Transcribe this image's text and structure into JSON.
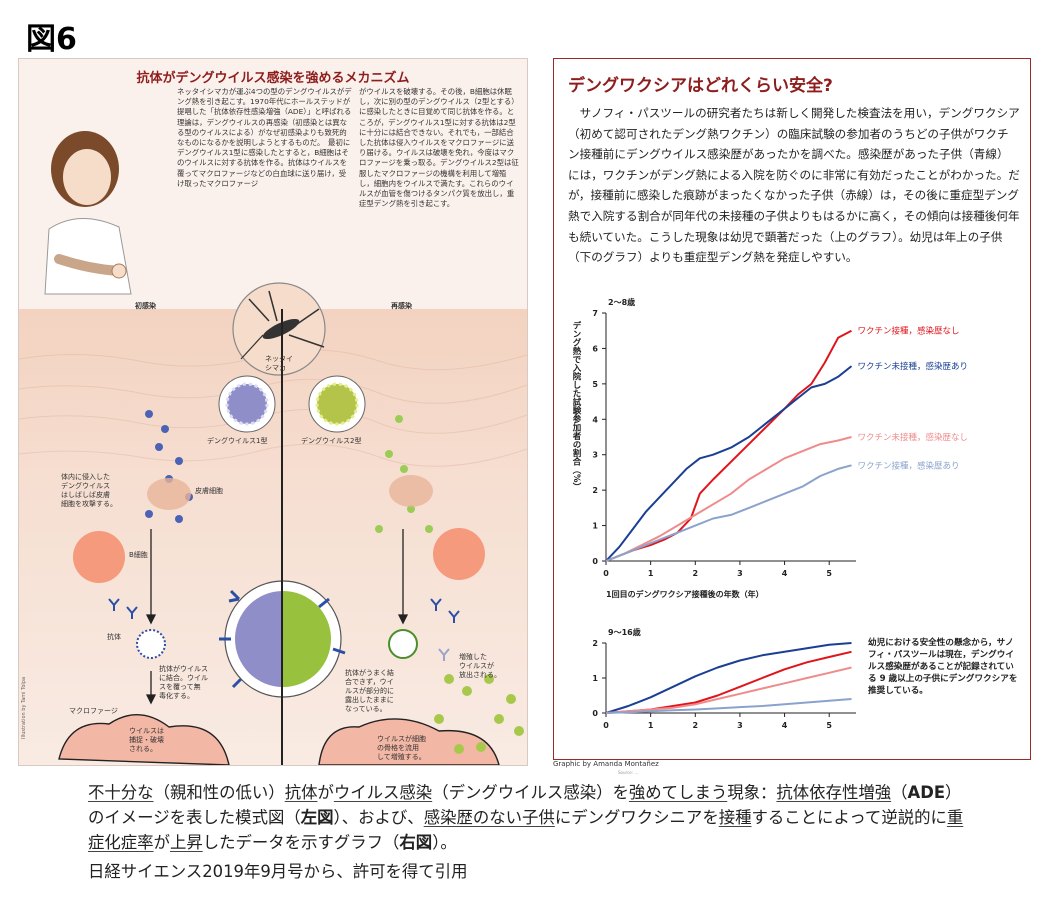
{
  "figure_label": "図6",
  "left": {
    "title": "抗体がデングウイルス感染を強めるメカニズム",
    "text_col1": "ネッタイシマカが運ぶ4つの型のデングウイルスがデング熱を引き起こす。1970年代にホールステッドが提唱した「抗体依存性感染増強（ADE）」と呼ばれる理論は，デングウイルスの再感染（初感染とは異なる型のウイルスによる）がなぜ初感染よりも致死的なものになるかを説明しようとするものだ。　最初にデングウイルス1型に感染したとすると，B細胞はそのウイルスに対する抗体を作る。抗体はウイルスを覆ってマクロファージなどの白血球に送り届け，受け取ったマクロファージ",
    "text_col2": "がウイルスを破壊する。その後，B細胞は休眠し，次に別の型のデングウイルス（2型とする）に感染したときに目覚めて同じ抗体を作る。ところが，デングウイルス1型に対する抗体は2型に十分には結合できない。それでも，一部結合した抗体は侵入ウイルスをマクロファージに送り届ける。ウイルスは破壊を免れ，今度はマクロファージを乗っ取る。デングウイルス2型は征服したマクロファージの機構を利用して増殖し，細胞内をウイルスで満たす。これらのウイルスが血管を傷つけるタンパク質を放出し，重症型デング熱を引き起こす。",
    "labels": {
      "primary": "初感染",
      "secondary": "再感染",
      "mosquito": "ネッタイ\nシマカ",
      "virus1": "デングウイルス1型",
      "virus2": "デングウイルス2型",
      "infected": "体内に侵入した\nデングウイルス\nはしばしば皮膚\n細胞を攻撃する。",
      "skin_cell": "皮膚細胞",
      "b_cell": "B細胞",
      "antibody": "抗体",
      "ab_bind": "抗体がウイルス\nに結合。ウイル\nスを覆って無\n毒化する。",
      "macrophage": "マクロファージ",
      "captured": "ウイルスは\n捕捉・破壊\nされる。",
      "partial": "抗体がうまく結\n合できず，ウイ\nルスが部分的に\n露出したままに\nなっている。",
      "released": "増殖した\nウイルスが\n放出される。",
      "multiply": "ウイルスが細胞\nの骨格を流用\nして増殖する。",
      "credit": "Illustration by Tami Tolpa"
    }
  },
  "right": {
    "title": "デングワクシアはどれくらい安全?",
    "body": "サノフィ・パスツールの研究者たちは新しく開発した検査法を用い，デングワクシア（初めて認可されたデング熱ワクチン）の臨床試験の参加者のうちどの子供がワクチン接種前にデングウイルス感染歴があったかを調べた。感染歴があった子供（青線）には，ワクチンがデング熱による入院を防ぐのに非常に有効だったことがわかった。だが，接種前に感染した痕跡がまったくなかった子供（赤線）は，その後に重症型デング熱で入院する割合が同年代の未接種の子供よりもはるかに高く，その傾向は接種後何年も続いていた。こうした現象は幼児で顕著だった（上のグラフ）。幼児は年上の子供（下のグラフ）よりも重症型デング熱を発症しやすい。",
    "note": "幼児における安全性の懸念から，サノフィ・パスツールは現在，デングウイルス感染歴があることが記録されている 9 歳以上の子供にデングワクシアを推奨している。",
    "graph_credit": "Graphic by Amanda Montañez",
    "graph_credit_small": "Source: ...",
    "colors": {
      "dark_red": "#e0141b",
      "dark_blue": "#1a3f94",
      "light_red": "#f08b8b",
      "light_blue": "#8aa3cc"
    }
  },
  "chart_data": [
    {
      "type": "line",
      "title": "2〜8歳",
      "xlabel": "1回目のデングワクシア接種後の年数（年）",
      "ylabel": "デング熱で入院した試験参加者の割合（%）",
      "xlim": [
        0,
        5.6
      ],
      "ylim": [
        0,
        7
      ],
      "xticks": [
        0,
        1,
        2,
        3,
        4,
        5
      ],
      "yticks": [
        0,
        1,
        2,
        3,
        4,
        5,
        6,
        7
      ],
      "series": [
        {
          "name": "ワクチン接種，感染歴なし",
          "color": "#e0141b",
          "x": [
            0,
            0.3,
            0.6,
            1.0,
            1.3,
            1.6,
            1.9,
            2.1,
            2.4,
            2.8,
            3.2,
            3.6,
            4.0,
            4.3,
            4.6,
            4.9,
            5.2,
            5.5
          ],
          "y": [
            0,
            0.15,
            0.3,
            0.45,
            0.6,
            0.8,
            1.2,
            1.9,
            2.3,
            2.8,
            3.3,
            3.8,
            4.3,
            4.7,
            5.0,
            5.6,
            6.3,
            6.5
          ]
        },
        {
          "name": "ワクチン未接種，感染歴あり",
          "color": "#1a3f94",
          "x": [
            0,
            0.3,
            0.6,
            0.9,
            1.2,
            1.5,
            1.8,
            2.1,
            2.4,
            2.8,
            3.2,
            3.6,
            4.0,
            4.3,
            4.6,
            4.9,
            5.2,
            5.5
          ],
          "y": [
            0,
            0.4,
            0.9,
            1.4,
            1.8,
            2.2,
            2.6,
            2.9,
            3.0,
            3.2,
            3.5,
            3.9,
            4.3,
            4.6,
            4.9,
            5.0,
            5.2,
            5.5
          ]
        },
        {
          "name": "ワクチン未接種，感染歴なし",
          "color": "#f08b8b",
          "x": [
            0,
            0.4,
            0.8,
            1.2,
            1.6,
            2.0,
            2.4,
            2.8,
            3.2,
            3.6,
            4.0,
            4.4,
            4.8,
            5.2,
            5.5
          ],
          "y": [
            0,
            0.2,
            0.45,
            0.7,
            1.0,
            1.3,
            1.6,
            1.9,
            2.3,
            2.6,
            2.9,
            3.1,
            3.3,
            3.4,
            3.5
          ]
        },
        {
          "name": "ワクチン接種，感染歴あり",
          "color": "#8aa3cc",
          "x": [
            0,
            0.4,
            0.8,
            1.2,
            1.6,
            2.0,
            2.4,
            2.8,
            3.2,
            3.6,
            4.0,
            4.4,
            4.8,
            5.2,
            5.5
          ],
          "y": [
            0,
            0.2,
            0.4,
            0.6,
            0.8,
            1.0,
            1.2,
            1.3,
            1.5,
            1.7,
            1.9,
            2.1,
            2.4,
            2.6,
            2.7
          ]
        }
      ]
    },
    {
      "type": "line",
      "title": "9〜16歳",
      "xlim": [
        0,
        5.6
      ],
      "ylim": [
        0,
        2
      ],
      "xticks": [
        0,
        1,
        2,
        3,
        4,
        5
      ],
      "yticks": [
        0,
        1,
        2
      ],
      "series": [
        {
          "color": "#1a3f94",
          "x": [
            0,
            0.5,
            1.0,
            1.5,
            2.0,
            2.5,
            3.0,
            3.5,
            4.0,
            4.5,
            5.0,
            5.5
          ],
          "y": [
            0,
            0.2,
            0.45,
            0.75,
            1.05,
            1.3,
            1.5,
            1.65,
            1.75,
            1.85,
            1.95,
            2.0
          ]
        },
        {
          "color": "#e0141b",
          "x": [
            0,
            0.5,
            1.0,
            1.5,
            2.0,
            2.5,
            3.0,
            3.5,
            4.0,
            4.5,
            5.0,
            5.5
          ],
          "y": [
            0,
            0.05,
            0.1,
            0.2,
            0.3,
            0.5,
            0.75,
            1.0,
            1.25,
            1.45,
            1.6,
            1.75
          ]
        },
        {
          "color": "#f08b8b",
          "x": [
            0,
            0.5,
            1.0,
            1.5,
            2.0,
            2.5,
            3.0,
            3.5,
            4.0,
            4.5,
            5.0,
            5.5
          ],
          "y": [
            0,
            0.05,
            0.1,
            0.15,
            0.25,
            0.4,
            0.55,
            0.7,
            0.85,
            1.0,
            1.15,
            1.3
          ]
        },
        {
          "color": "#8aa3cc",
          "x": [
            0,
            0.5,
            1.0,
            1.5,
            2.0,
            2.5,
            3.0,
            3.5,
            4.0,
            4.5,
            5.0,
            5.5
          ],
          "y": [
            0,
            0.02,
            0.05,
            0.08,
            0.1,
            0.13,
            0.17,
            0.2,
            0.25,
            0.3,
            0.35,
            0.4
          ]
        }
      ]
    }
  ],
  "caption": {
    "p1": "不十分な",
    "p2": "（親和性の低い）",
    "p3": "抗体",
    "p4": "が",
    "p5": "ウイルス感染",
    "p6": "（デングウイルス感染）を",
    "p7": "強めてしまう",
    "p8": "現象：",
    "p9": "抗体依存性増強",
    "p10": "（",
    "p11": "ADE",
    "p12": "）のイメージを表した模式図（",
    "p13": "左図",
    "p14": "）、および、",
    "p15": "感染歴のない子供",
    "p16": "にデングワクシニアを",
    "p17": "接種",
    "p18": "することによって逆説的に",
    "p19": "重症化症率",
    "p20": "が",
    "p21": "上昇",
    "p22": "したデータを示すグラフ（",
    "p23": "右図",
    "p24": "）。"
  },
  "source": "日経サイエンス2019年9月号から、許可を得て引用"
}
